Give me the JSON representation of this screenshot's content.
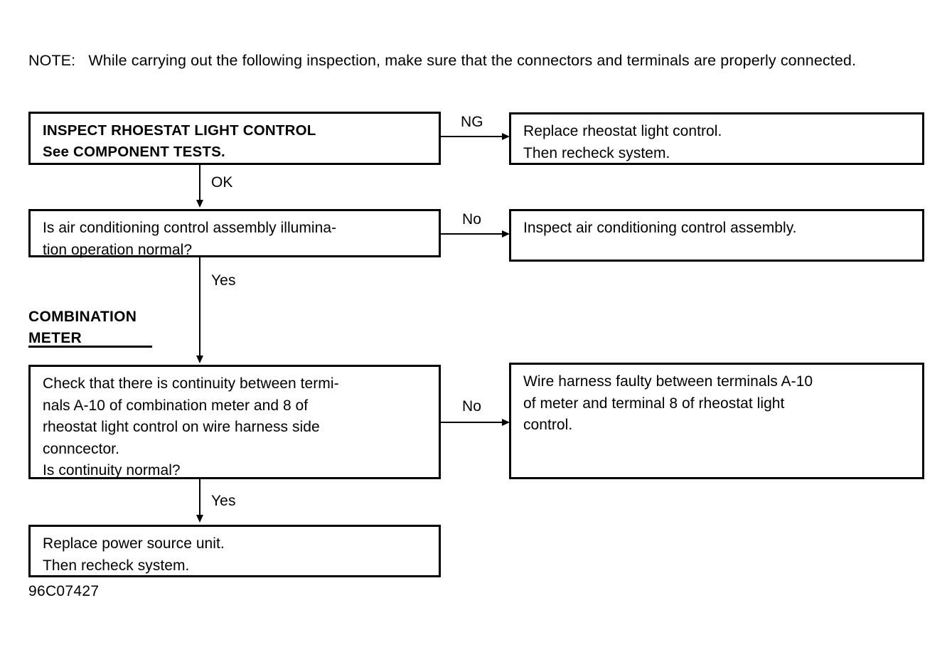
{
  "document": {
    "note": "NOTE:   While carrying out the following inspection, make sure that the connectors and terminals are properly connected.",
    "figure_id": "96C07427",
    "section_title": "COMBINATION\nMETER"
  },
  "flow": {
    "boxes": [
      {
        "id": "inspect-rheostat",
        "text": "INSPECT RHOESTAT LIGHT CONTROL\nSee COMPONENT TESTS.",
        "bold": true
      },
      {
        "id": "replace-rheostat",
        "text": "Replace rheostat light control.\nThen recheck system.",
        "bold": false
      },
      {
        "id": "ac-illumination-question",
        "text": "Is air conditioning control assembly illumina-\ntion operation normal?",
        "bold": false
      },
      {
        "id": "inspect-ac-assembly",
        "text": "Inspect air conditioning control assembly.",
        "bold": false
      },
      {
        "id": "continuity-check",
        "text": "Check that there is continuity between termi-\nnals A-10 of combination meter and 8 of\nrheostat light control on wire harness side\nconncector.\nIs continuity normal?",
        "bold": false
      },
      {
        "id": "wire-harness-faulty",
        "text": "Wire harness faulty between terminals A-10\nof meter and terminal 8 of rheostat light\ncontrol.",
        "bold": false
      },
      {
        "id": "replace-power-source",
        "text": "Replace power source unit.\nThen recheck system.",
        "bold": false
      }
    ],
    "edge_labels": {
      "ng": "NG",
      "ok": "OK",
      "no_1": "No",
      "yes_1": "Yes",
      "no_2": "No",
      "yes_2": "Yes"
    }
  },
  "colors": {
    "ink": "#000000",
    "paper": "#ffffff"
  }
}
